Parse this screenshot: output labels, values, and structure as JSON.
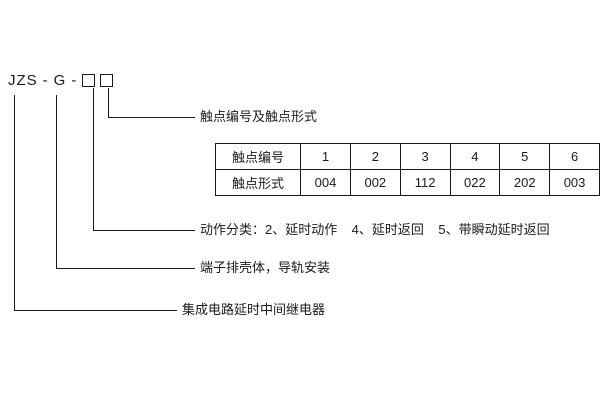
{
  "model": {
    "jzs": "JZS",
    "dash1": "-",
    "g": "G",
    "dash2": "-"
  },
  "callouts": {
    "contact": "触点编号及触点形式",
    "action": "动作分类：2、延时动作    4、延时返回    5、带瞬动延时返回",
    "terminal": "端子排壳体，导轨安装",
    "relay": "集成电路延时中间继电器"
  },
  "table": {
    "row_labels": [
      "触点编号",
      "触点形式"
    ],
    "numbers": [
      "1",
      "2",
      "3",
      "4",
      "5",
      "6"
    ],
    "forms": [
      "004",
      "002",
      "112",
      "022",
      "202",
      "003"
    ]
  }
}
